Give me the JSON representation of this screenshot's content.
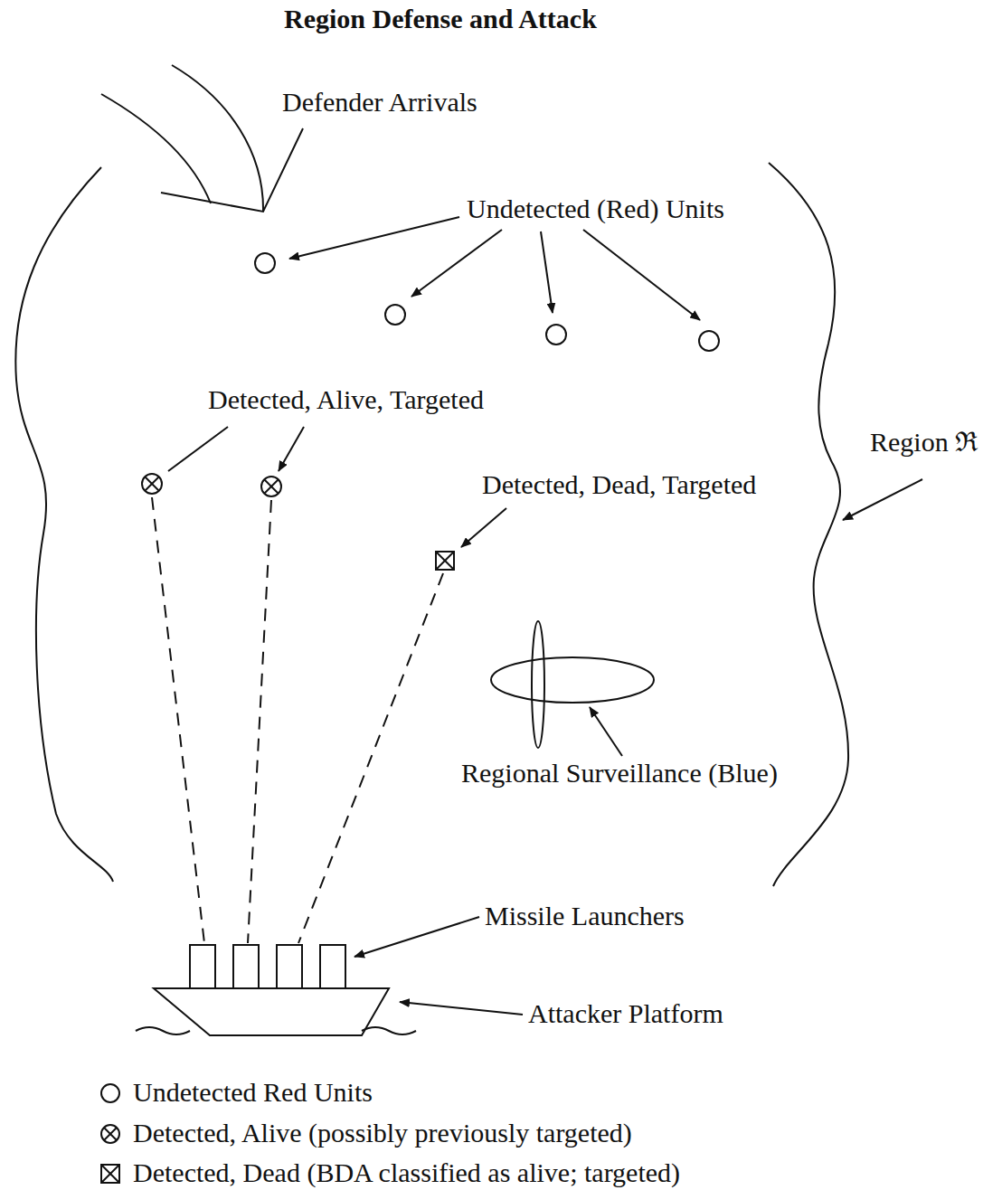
{
  "diagram": {
    "title": "Region Defense and Attack",
    "labels": [
      "Defender Arrivals",
      "Undetected (Red) Units",
      "Detected, Alive, Targeted",
      "Detected, Dead, Targeted",
      "Region ℜ",
      "Regional Surveillance (Blue)",
      "Missile Launchers",
      "Attacker Platform"
    ],
    "legend": [
      {
        "text": "Undetected Red Units"
      },
      {
        "text": "Detected, Alive (possibly previously targeted)"
      },
      {
        "text": "Detected, Dead (BDA classified as alive; targeted)"
      }
    ]
  }
}
